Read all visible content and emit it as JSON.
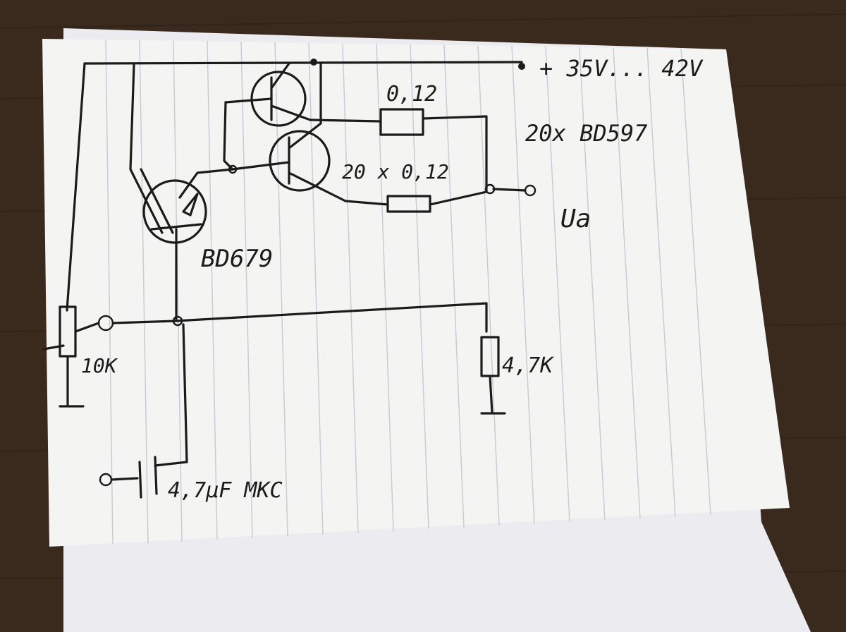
{
  "labels": {
    "supply": "+ 35V... 42V",
    "r_top": "0,12",
    "driver_count": "20x BD597",
    "r_bottom": "20 x 0,12",
    "output": "Ua",
    "driver_transistor": "BD679",
    "pot": "10K",
    "resistor_feedback": "4,7K",
    "capacitor": "4,7µF MKC"
  },
  "colors": {
    "ink": "#1b1b1b",
    "paper": "#f4f4f2",
    "paper_under": "#ebebf0",
    "ruling": "#c9ccd4",
    "wood": "#3a2a1e"
  }
}
